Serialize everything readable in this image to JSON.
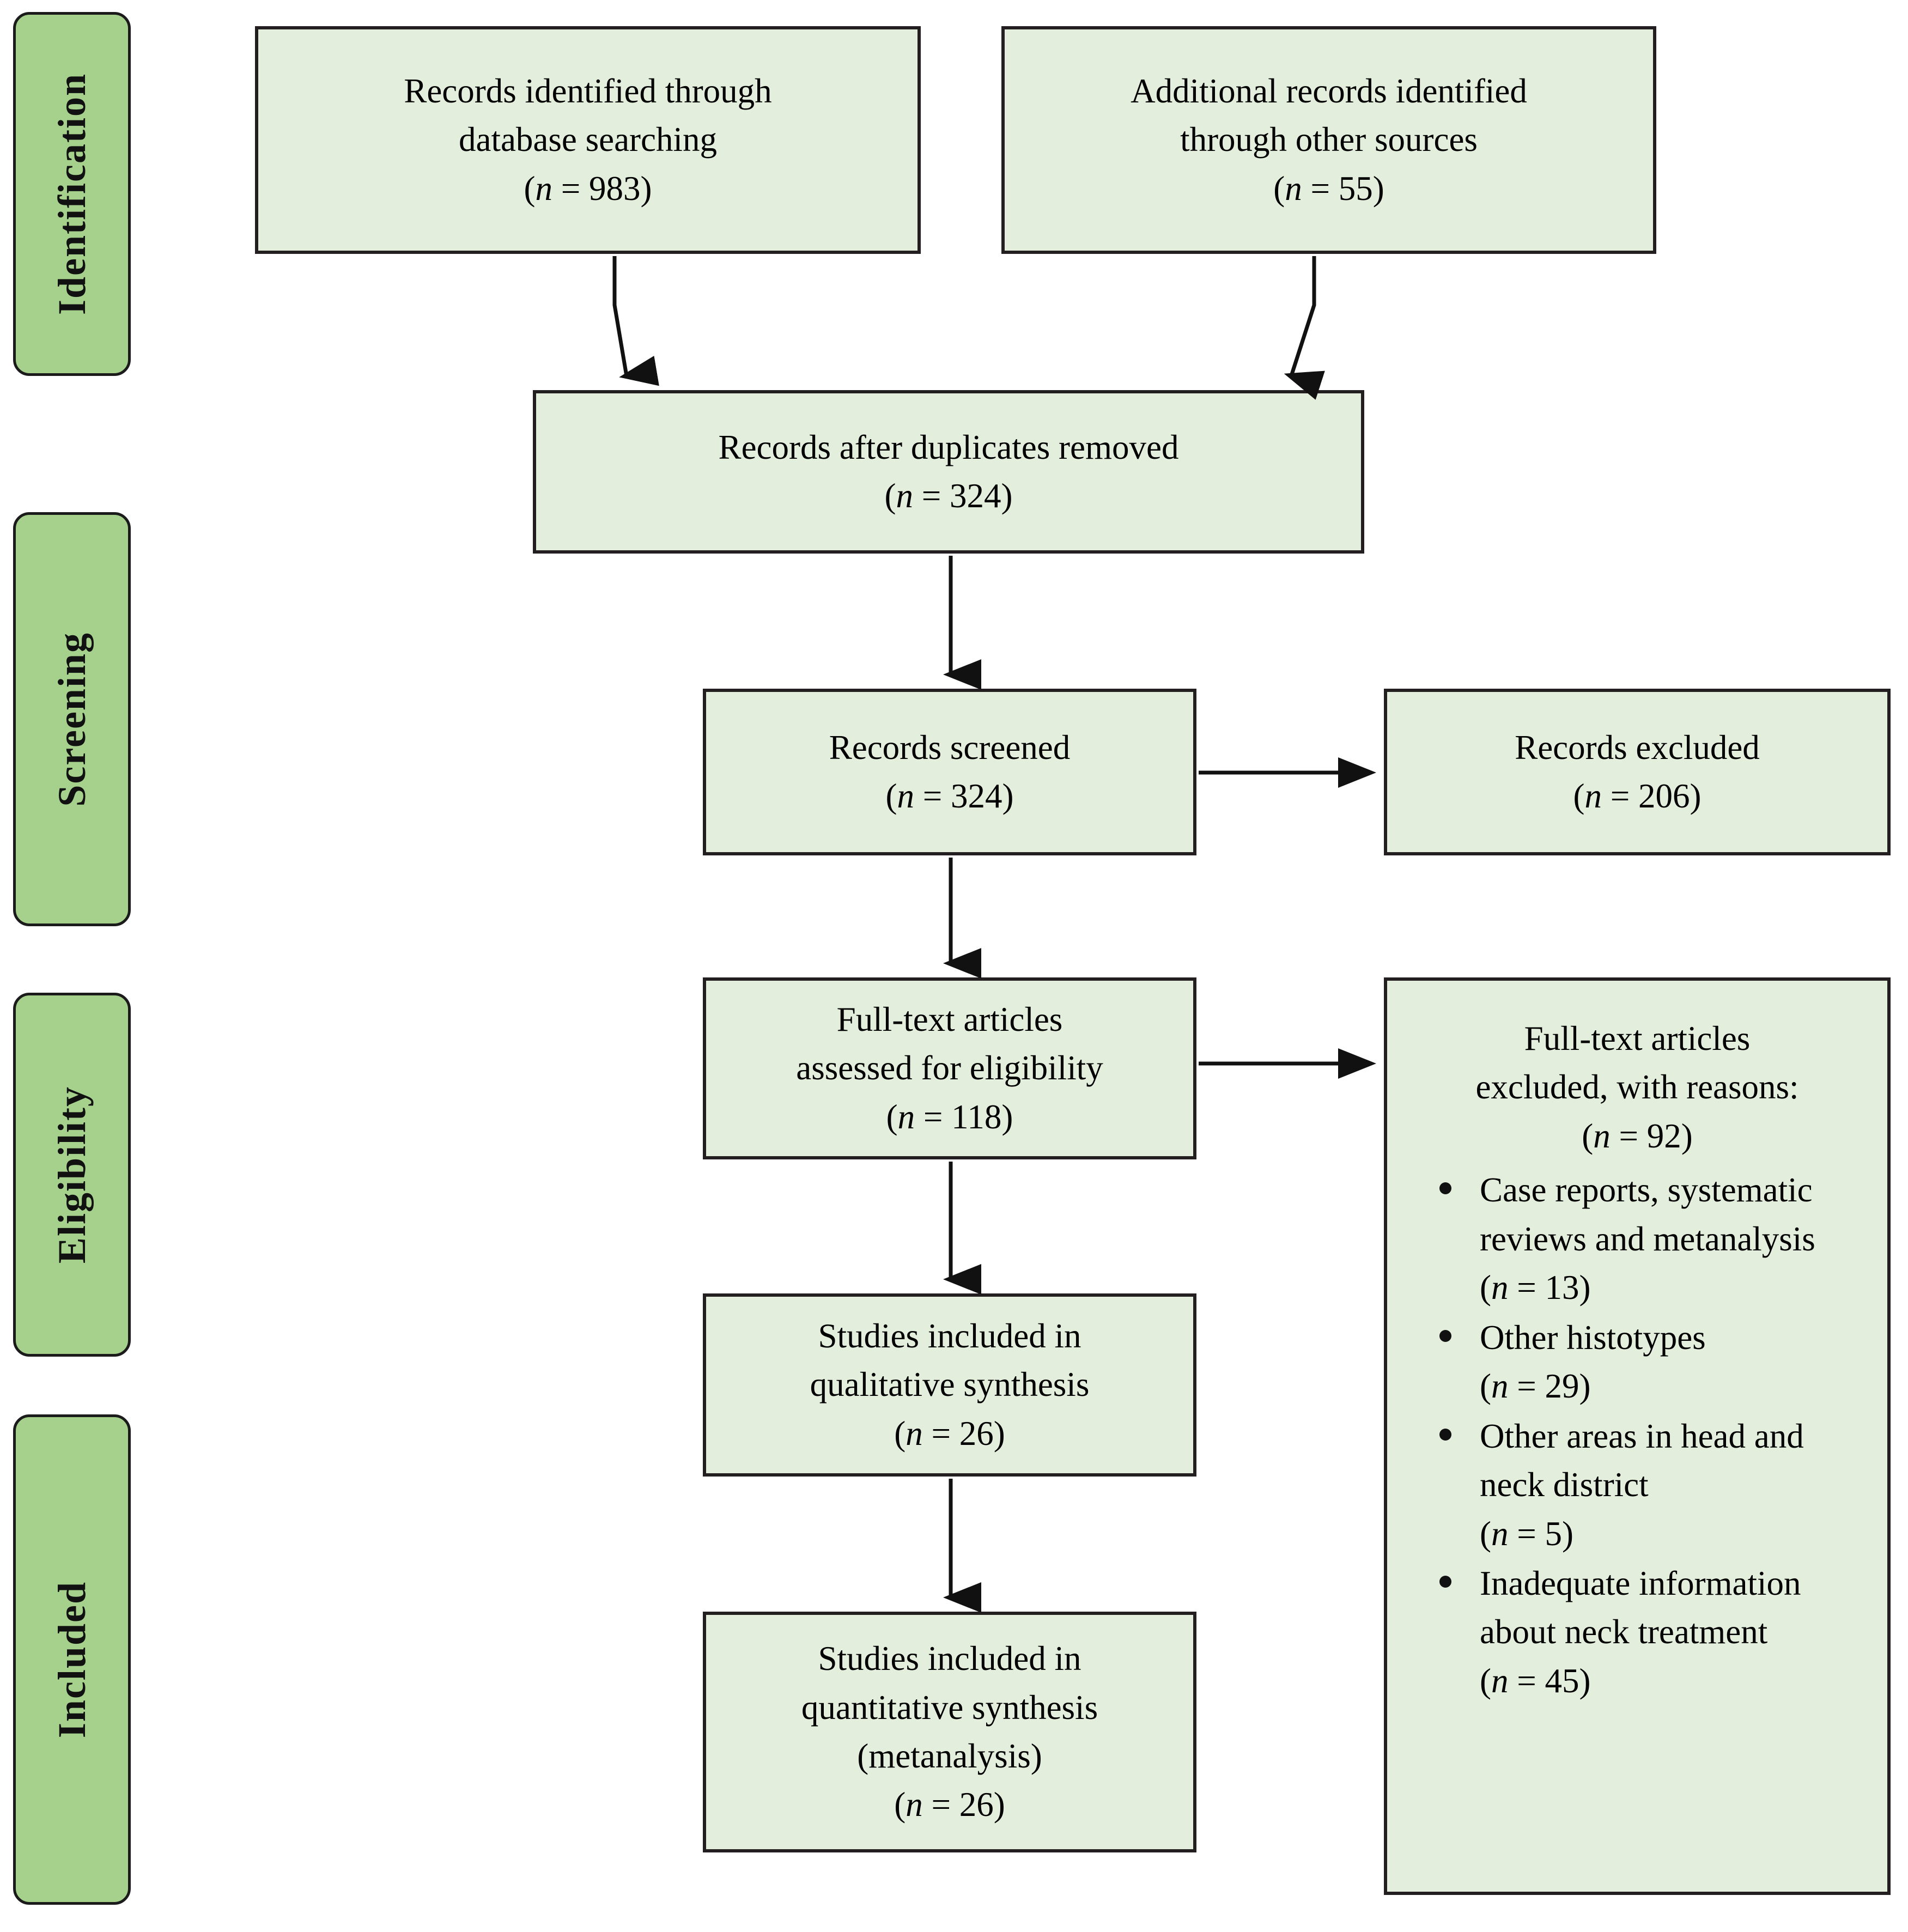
{
  "figure": {
    "type": "prisma-flow-diagram",
    "accent_pill_color": "#a5d18c",
    "box_fill_color": "#e4eedc",
    "border_color": "#231f20"
  },
  "stages": [
    {
      "label": "Identification"
    },
    {
      "label": "Screening"
    },
    {
      "label": "Eligibility"
    },
    {
      "label": "Included"
    }
  ],
  "boxes": {
    "database_search": {
      "line1": "Records identified through",
      "line2": "database searching",
      "n_prefix": "(",
      "n_symbol": "n",
      "n_eq": " = ",
      "n_value": "983",
      "n_suffix": ")"
    },
    "other_sources": {
      "line1": "Additional records identified",
      "line2": "through other sources",
      "n_symbol": "n",
      "n_value": "55"
    },
    "duplicates_removed": {
      "line1": "Records after duplicates removed",
      "n_symbol": "n",
      "n_value": "324"
    },
    "records_screened": {
      "line1": "Records screened",
      "n_symbol": "n",
      "n_value": "324"
    },
    "records_excluded": {
      "line1": "Records excluded",
      "n_symbol": "n",
      "n_value": "206"
    },
    "fulltext_assessed": {
      "line1": "Full-text articles",
      "line2": "assessed for eligibility",
      "n_symbol": "n",
      "n_value": "118"
    },
    "fulltext_excluded": {
      "line1": "Full-text articles",
      "line2": "excluded, with reasons:",
      "n_symbol": "n",
      "n_value": "92",
      "reasons": [
        {
          "text": "Case reports, systematic reviews and metanalysis",
          "n_symbol": "n",
          "n_value": "13"
        },
        {
          "text": "Other histotypes",
          "n_symbol": "n",
          "n_value": "29"
        },
        {
          "text": "Other areas in head and neck district",
          "n_symbol": "n",
          "n_value": "5"
        },
        {
          "text": "Inadequate information about neck treatment",
          "n_symbol": "n",
          "n_value": "45"
        }
      ]
    },
    "qualitative_synthesis": {
      "line1": "Studies included in",
      "line2": "qualitative synthesis",
      "n_symbol": "n",
      "n_value": "26"
    },
    "quantitative_synthesis": {
      "line1": "Studies included in",
      "line2": "quantitative synthesis",
      "line3": "(metanalysis)",
      "n_symbol": "n",
      "n_value": "26"
    }
  }
}
